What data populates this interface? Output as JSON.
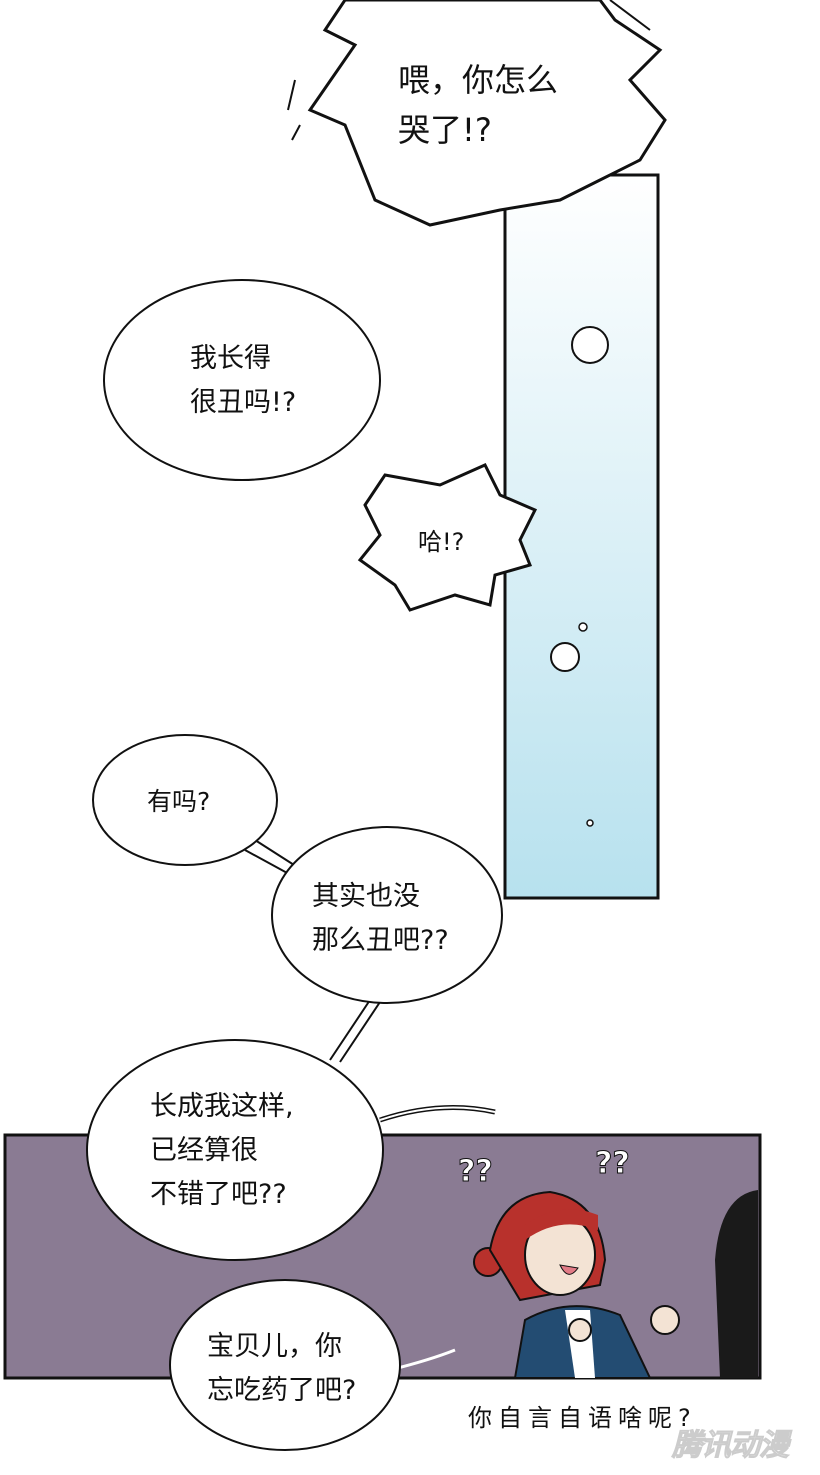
{
  "bubbles": {
    "shout": [
      "喂，你怎么",
      "哭了!?"
    ],
    "ugly_question": [
      "我长得",
      "很丑吗!?"
    ],
    "huh": "哈!?",
    "really": "有吗?",
    "not_that_ugly": [
      "其实也没",
      "那么丑吧??"
    ],
    "looks_like_me": [
      "长成我这样,",
      "已经算很",
      "不错了吧??"
    ],
    "forgot_meds": [
      "宝贝儿，你",
      "忘吃药了吧?"
    ]
  },
  "caption": "你自言自语啥呢?",
  "sfx": [
    "??",
    "??"
  ],
  "watermark": "腾讯动漫",
  "colors": {
    "panel_purple": "#8a7b93",
    "panel_blue_top": "#ffffff",
    "panel_blue_bottom": "#b7e1ee",
    "hair": "#b8312c",
    "jacket": "#234c72"
  }
}
